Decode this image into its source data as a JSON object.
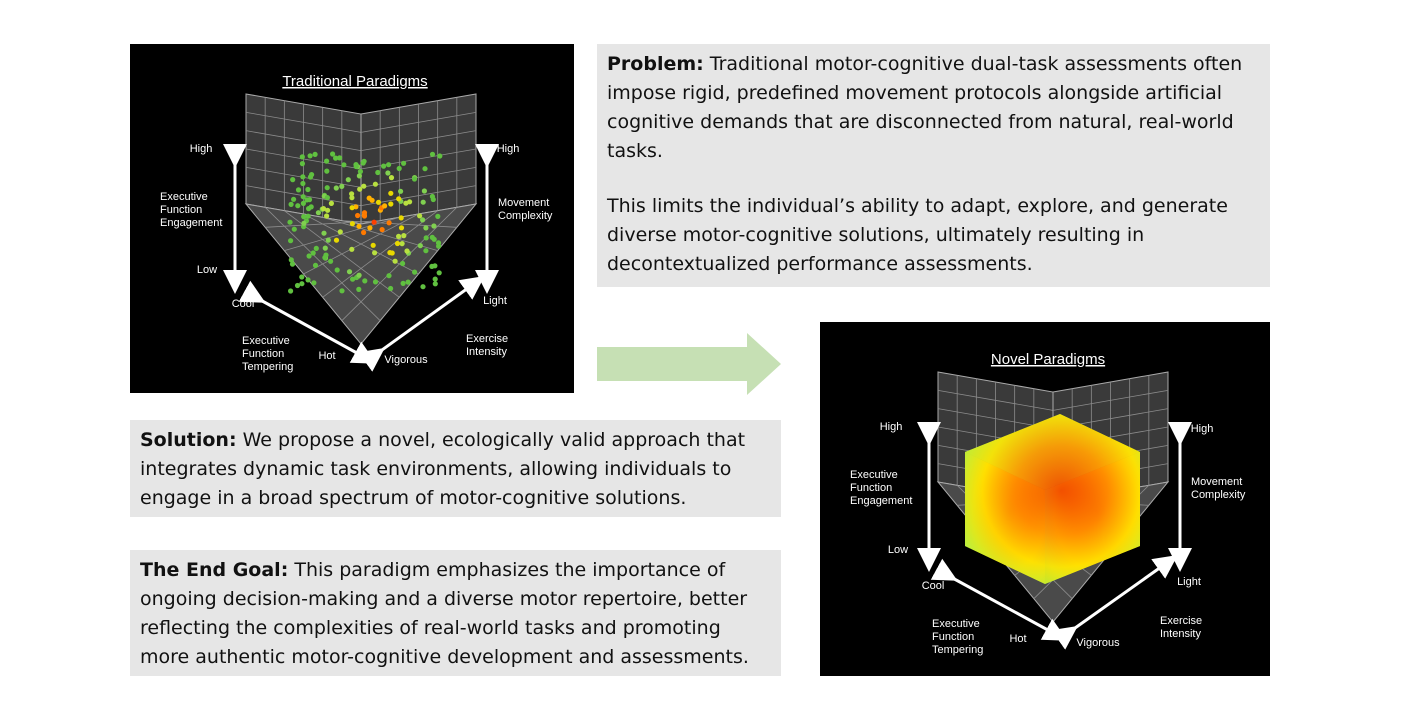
{
  "traditional": {
    "title": "Traditional Paradigms",
    "ef_high": "High",
    "ef_label": [
      "Executive",
      "Function",
      "Engagement"
    ],
    "ef_low": "Low",
    "mc_high": "High",
    "mc_label": [
      "Movement",
      "Complexity"
    ],
    "light": "Light",
    "cool": "Cool",
    "tempering": [
      "Executive",
      "Function",
      "Tempering"
    ],
    "hot": "Hot",
    "vigorous": "Vigorous",
    "intensity": [
      "Exercise",
      "Intensity"
    ]
  },
  "novel": {
    "title": "Novel Paradigms",
    "ef_high": "High",
    "ef_label": [
      "Executive",
      "Function",
      "Engagement"
    ],
    "ef_low": "Low",
    "mc_high": "High",
    "mc_label": [
      "Movement",
      "Complexity"
    ],
    "light": "Light",
    "cool": "Cool",
    "tempering": [
      "Executive",
      "Function",
      "Tempering"
    ],
    "hot": "Hot",
    "vigorous": "Vigorous",
    "intensity": [
      "Exercise",
      "Intensity"
    ]
  },
  "problem": {
    "heading": "Problem:",
    "text": " Traditional motor-cognitive dual-task assessments often impose rigid, predefined movement protocols alongside artificial cognitive demands that are disconnected from natural, real-world tasks.",
    "text2": "This limits the individual’s ability to adapt, explore, and generate diverse motor-cognitive solutions, ultimately resulting in decontextualized performance assessments."
  },
  "solution": {
    "heading": "Solution:",
    "text": " We propose a novel, ecologically valid approach that integrates dynamic task environments, allowing individuals to engage in a broad spectrum of motor-cognitive solutions."
  },
  "goal": {
    "heading": "The End Goal:",
    "text": " This paradigm emphasizes the importance of ongoing decision-making and a diverse motor repertoire, better reflecting the complexities of real-world tasks and promoting more authentic motor-cognitive development and assessments."
  },
  "colors": {
    "arrow": "#c6e0b4",
    "box": "#e6e6e6",
    "panel": "#000000"
  }
}
